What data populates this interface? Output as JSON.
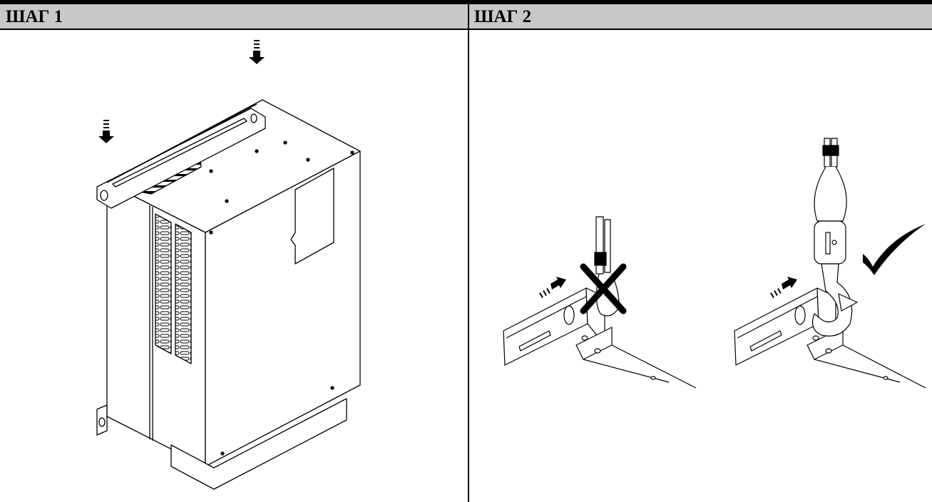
{
  "steps": [
    {
      "title": "ШАГ 1",
      "illustration": "drive-cabinet-lifting-points"
    },
    {
      "title": "ШАГ 2",
      "illustration": "hook-attachment-wrong-and-right"
    }
  ],
  "marks": {
    "wrong": "cross-mark-icon",
    "right": "check-mark-icon"
  },
  "colors": {
    "header_bg": "#c8c8c8",
    "rule": "#000000",
    "line": "#000000"
  }
}
